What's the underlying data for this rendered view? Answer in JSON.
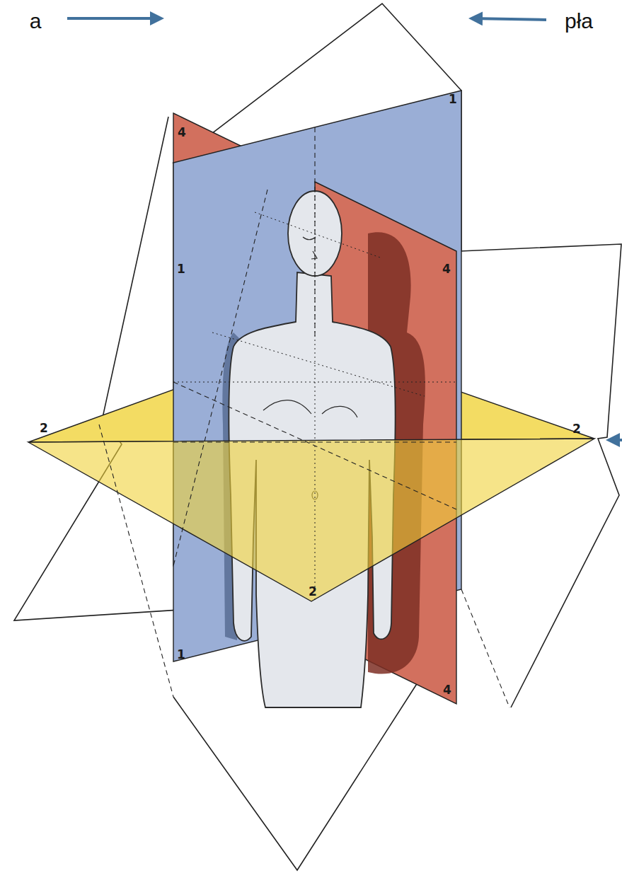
{
  "diagram": {
    "labels": [
      "a",
      "pła",
      "4",
      "1",
      "1",
      "4",
      "2",
      "2",
      "2",
      "1",
      "4"
    ]
  }
}
